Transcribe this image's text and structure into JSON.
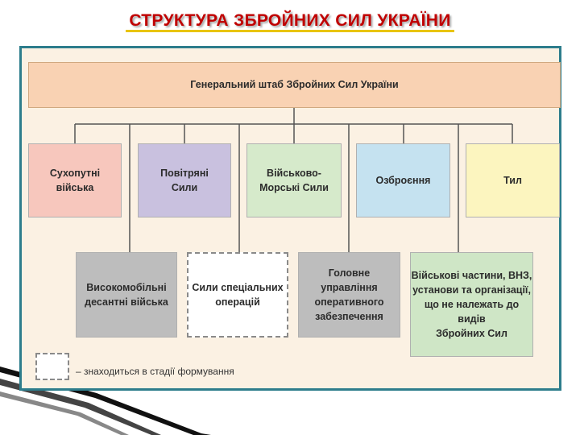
{
  "title": "СТРУКТУРА ЗБРОЙНИХ СИЛ УКРАЇНИ",
  "diagram": {
    "headquarters": {
      "label": "Генеральний штаб Збройних Сил України",
      "color": "#f9d2b3"
    },
    "top_row": [
      {
        "label": "Сухопутні\nвійська",
        "color": "#f7c7bd"
      },
      {
        "label": "Повітряні\nСили",
        "color": "#c9c1df"
      },
      {
        "label": "Військово-\nМорські Сили",
        "color": "#d6eacb"
      },
      {
        "label": "Озброєння",
        "color": "#c5e2f0"
      },
      {
        "label": "Тил",
        "color": "#fcf5bf"
      }
    ],
    "bottom_row": [
      {
        "label": "Високомобільні\nдесантні війська",
        "color": "#bdbdbd",
        "forming": false
      },
      {
        "label": "Сили спеціальних\nоперацій",
        "color": "#ffffff",
        "forming": true
      },
      {
        "label": "Головне управління\nоперативного\nзабезпечення",
        "color": "#bdbdbd",
        "forming": false
      },
      {
        "label": "Військові частини, ВНЗ,\nустанови та організації,\nщо не належать до видів\nЗбройних Сил",
        "color": "#cfe6c6",
        "forming": false
      }
    ],
    "legend": {
      "label": "– знаходиться в стадії формування"
    }
  },
  "colors": {
    "frame_border": "#2d7d8c",
    "frame_background": "#fbf1e3",
    "title": "#c00000",
    "line": "#555555"
  }
}
